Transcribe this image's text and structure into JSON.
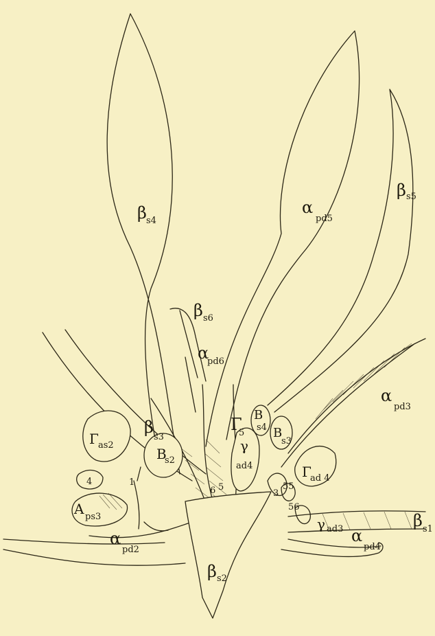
{
  "labels": [
    {
      "id": "beta-s4",
      "main": "β",
      "sub": "s4"
    },
    {
      "id": "alpha-pd5",
      "main": "α",
      "sub": "pd5"
    },
    {
      "id": "beta-s5",
      "main": "β",
      "sub": "s5"
    },
    {
      "id": "beta-s6",
      "main": "β",
      "sub": "s6"
    },
    {
      "id": "alpha-pd6",
      "main": "α",
      "sub": "pd6"
    },
    {
      "id": "alpha-pd3",
      "main": "α",
      "sub": "pd3"
    },
    {
      "id": "gamma-5",
      "main": "Γ",
      "sub": "5"
    },
    {
      "id": "b-s4",
      "main": "B",
      "sub": "s4"
    },
    {
      "id": "b-s3",
      "main": "B",
      "sub": "s3"
    },
    {
      "id": "b-s2",
      "main": "B",
      "sub": "s2"
    },
    {
      "id": "gamma-ad4",
      "main": "γ",
      "sub": "ad4"
    },
    {
      "id": "Gamma-ad4",
      "main": "Γ",
      "sub": "ad 4"
    },
    {
      "id": "Gamma-as2",
      "main": "Γ",
      "sub": "as2"
    },
    {
      "id": "beta-s3",
      "main": "β",
      "sub": "s3"
    },
    {
      "id": "beta-s1",
      "main": "β",
      "sub": "s1"
    },
    {
      "id": "gamma-ad3",
      "main": "γ",
      "sub": "ad3"
    },
    {
      "id": "alpha-pd4",
      "main": "α",
      "sub": "pd4"
    },
    {
      "id": "A-ps3",
      "main": "A",
      "sub": "ps3"
    },
    {
      "id": "alpha-pd2",
      "main": "α",
      "sub": "pd2"
    },
    {
      "id": "beta-s2",
      "main": "β",
      "sub": "s2"
    }
  ],
  "small_marks": {
    "m1": "1",
    "m4": "4",
    "m6": "6",
    "m5": "5",
    "m3": "3",
    "m55": "55",
    "m56": "56"
  }
}
